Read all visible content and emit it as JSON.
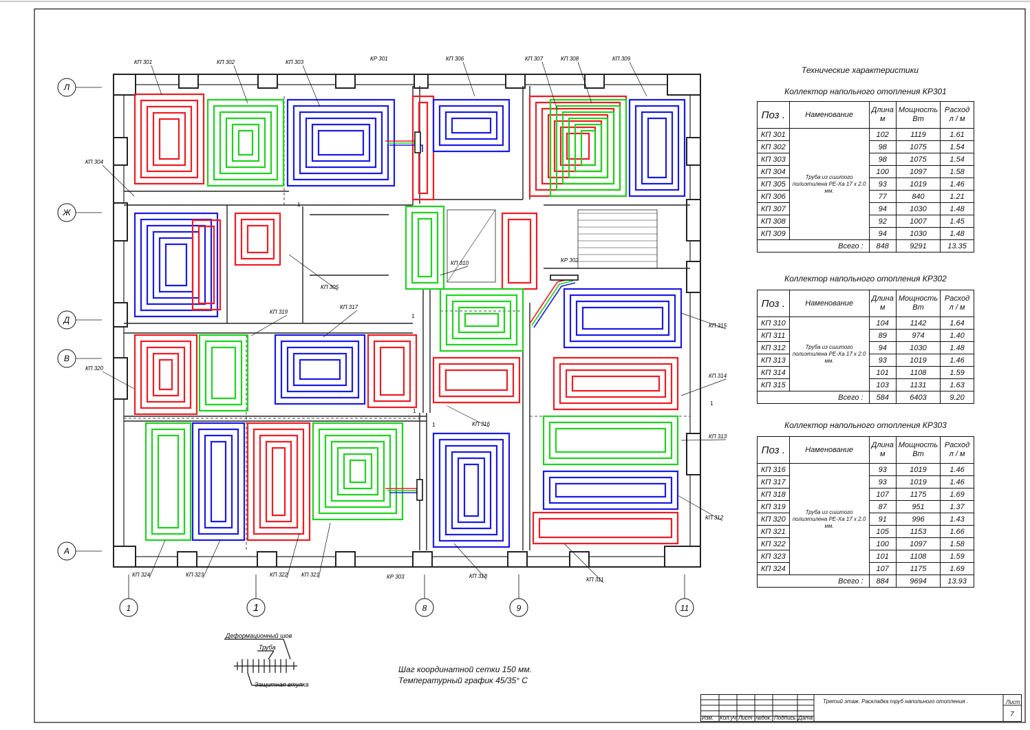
{
  "plan": {
    "title": "Технические характеристики",
    "axes_left": [
      "Л",
      "Ж",
      "Д",
      "В",
      "А"
    ],
    "axes_bottom": [
      "1",
      "1",
      "8",
      "9",
      "11"
    ],
    "loop_labels": {
      "kp301": "КП 301",
      "kp302": "КП 302",
      "kp303": "КП 303",
      "kp304": "КП 304",
      "kp305": "КП 305",
      "kp306": "КП 306",
      "kp307": "КП 307",
      "kp308": "КП 308",
      "kp309": "КП 309",
      "kp310": "КП 310",
      "kp311": "КП 311",
      "kp312": "КП 312",
      "kp313": "КП 313",
      "kp314": "КП 314",
      "kp315": "КП 315",
      "kp316": "КП 316",
      "kp317": "КП 317",
      "kp318": "КП 318",
      "kp319": "КП 319",
      "kp320": "КП 320",
      "kp321": "КП 321",
      "kp322": "КП 322",
      "kp323": "КП 323",
      "kp324": "КП 324"
    },
    "collector_labels": {
      "kr301": "КР 301",
      "kr302": "КР 302",
      "kr303": "КР 303"
    },
    "section_marks": [
      "1",
      "1",
      "1",
      "1",
      "1"
    ],
    "pipe_colors": {
      "red": "#ee1c24",
      "green": "#1fd21f",
      "blue": "#1a1ae6",
      "wall": "#222222"
    }
  },
  "legend": {
    "joint": "Деформационный шов",
    "pipe": "Труба",
    "sleeve": "Защитная втулка"
  },
  "notes": {
    "line1": "Шаг координатной сетки 150 мм.",
    "line2": "Температурный график 45/35° С"
  },
  "tables": [
    {
      "title": "Коллектор напольного отопления КР301",
      "headers": [
        "Поз .",
        "Наменование",
        "Длина м",
        "Мощность Вт",
        "Расход л / м"
      ],
      "material": "Труба из сшитого полиэтилена РЕ-Ха 17 х 2.0 мм.",
      "rows": [
        [
          "КП 301",
          "102",
          "1119",
          "1.61"
        ],
        [
          "КП 302",
          "98",
          "1075",
          "1.54"
        ],
        [
          "КП 303",
          "98",
          "1075",
          "1.54"
        ],
        [
          "КП 304",
          "100",
          "1097",
          "1.58"
        ],
        [
          "КП 305",
          "93",
          "1019",
          "1.46"
        ],
        [
          "КП 306",
          "77",
          "840",
          "1.21"
        ],
        [
          "КП 307",
          "94",
          "1030",
          "1.48"
        ],
        [
          "КП 308",
          "92",
          "1007",
          "1.45"
        ],
        [
          "КП 309",
          "94",
          "1030",
          "1.48"
        ]
      ],
      "total_label": "Всего :",
      "total": [
        "848",
        "9291",
        "13.35"
      ]
    },
    {
      "title": "Коллектор напольного отопления КР302",
      "headers": [
        "Поз .",
        "Наменование",
        "Длина м",
        "Мощность Вт",
        "Расход л / м"
      ],
      "material": "Труба из сшитого полиэтилена РЕ-Ха 17 х 2.0 мм.",
      "rows": [
        [
          "КП 310",
          "104",
          "1142",
          "1.64"
        ],
        [
          "КП 311",
          "89",
          "974",
          "1.40"
        ],
        [
          "КП 312",
          "94",
          "1030",
          "1.48"
        ],
        [
          "КП 313",
          "93",
          "1019",
          "1.46"
        ],
        [
          "КП 314",
          "101",
          "1108",
          "1.59"
        ],
        [
          "КП 315",
          "103",
          "1131",
          "1.63"
        ]
      ],
      "total_label": "Всего :",
      "total": [
        "584",
        "6403",
        "9.20"
      ]
    },
    {
      "title": "Коллектор напольного отопления КР303",
      "headers": [
        "Поз .",
        "Наменование",
        "Длина м",
        "Мощность Вт",
        "Расход л / м"
      ],
      "material": "Труба из сшитого полиэтилена РЕ-Ха 17 х 2.0 мм.",
      "rows": [
        [
          "КП 316",
          "93",
          "1019",
          "1.46"
        ],
        [
          "КП 317",
          "93",
          "1019",
          "1.46"
        ],
        [
          "КП 318",
          "107",
          "1175",
          "1.69"
        ],
        [
          "КП 319",
          "87",
          "951",
          "1.37"
        ],
        [
          "КП 320",
          "91",
          "996",
          "1.43"
        ],
        [
          "КП 321",
          "105",
          "1153",
          "1.66"
        ],
        [
          "КП 322",
          "100",
          "1097",
          "1.58"
        ],
        [
          "КП 323",
          "101",
          "1108",
          "1.59"
        ],
        [
          "КП 324",
          "107",
          "1175",
          "1.69"
        ]
      ],
      "total_label": "Всего :",
      "total": [
        "884",
        "9694",
        "13.93"
      ]
    }
  ],
  "stamp": {
    "cols": [
      "Изм.",
      "Кол.уч.",
      "Лист",
      "№док.",
      "Подпись",
      "Дата"
    ],
    "caption": "Третий этаж. Раскладка труб напольного отопления .",
    "sheet_label": "Лист",
    "sheet_no": "7"
  }
}
